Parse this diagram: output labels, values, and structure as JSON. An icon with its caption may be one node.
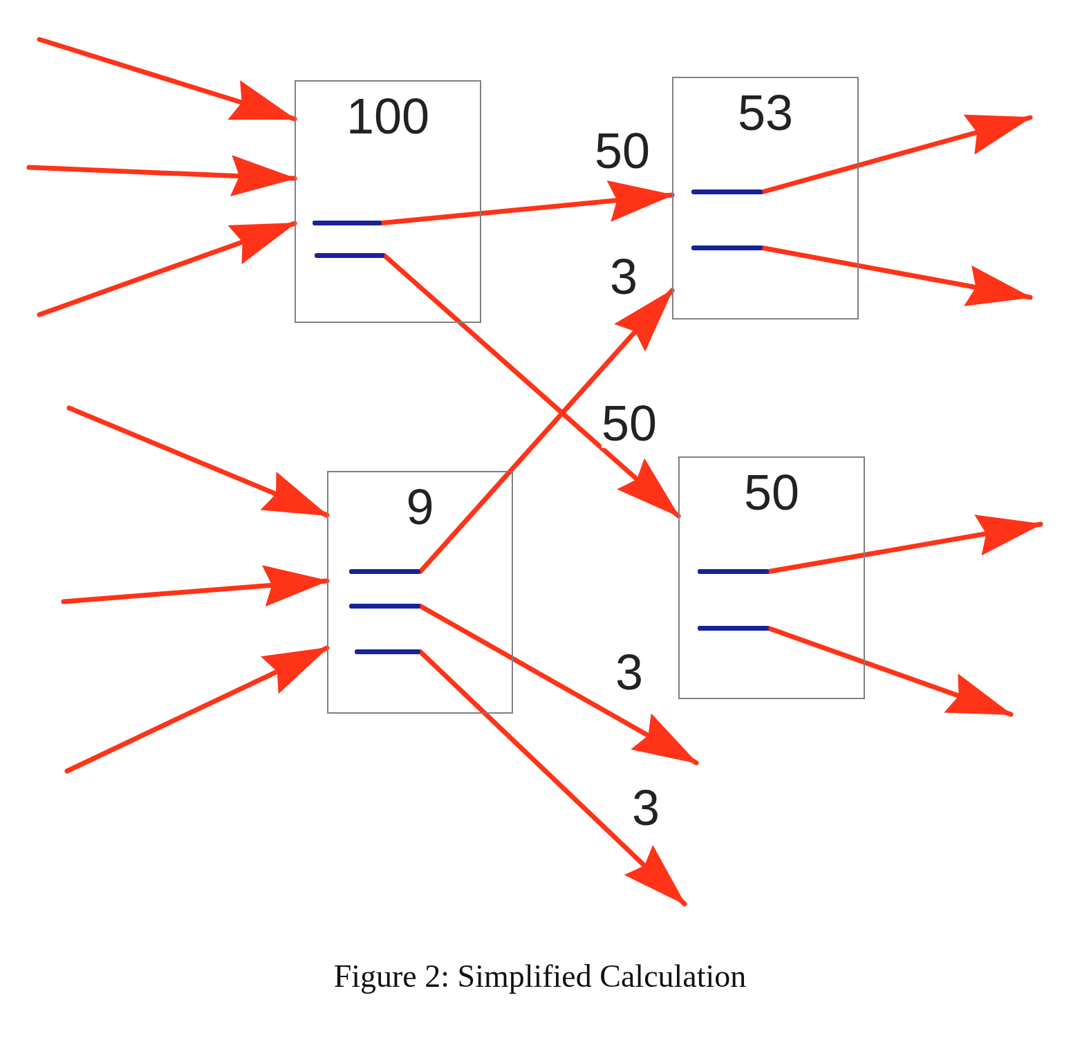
{
  "diagram": {
    "caption": "Figure 2: Simplified Calculation",
    "nodes": [
      {
        "text": [
          "100"
        ]
      },
      {
        "text": [],
        "shape": "bar",
        "in": 0
      },
      {
        "text": [],
        "shape": "bar",
        "in": 0
      },
      {
        "text": [
          "53"
        ]
      },
      {
        "text": [],
        "shape": "bar",
        "in": 3
      },
      {
        "text": [],
        "shape": "bar",
        "in": 3
      },
      {
        "text": [
          "9"
        ]
      },
      {
        "text": [],
        "shape": "bar",
        "in": 6
      },
      {
        "text": [],
        "shape": "bar",
        "in": 6
      },
      {
        "text": [],
        "shape": "bar",
        "in": 6
      },
      {
        "text": [
          "50"
        ]
      },
      {
        "text": [],
        "shape": "bar",
        "in": 10
      },
      {
        "text": [],
        "shape": "bar",
        "in": 10
      }
    ],
    "edges": [
      {
        "from": null,
        "to": 0,
        "arrow": "to"
      },
      {
        "from": null,
        "to": 0,
        "arrow": "to"
      },
      {
        "from": null,
        "to": 0,
        "arrow": "to"
      },
      {
        "from": 1,
        "to": 3,
        "arrow": "to",
        "label": "50"
      },
      {
        "from": 2,
        "to": 10,
        "arrow": "to",
        "label": "50"
      },
      {
        "from": 4,
        "to": null,
        "arrow": "to"
      },
      {
        "from": 5,
        "to": null,
        "arrow": "to"
      },
      {
        "from": null,
        "to": 6,
        "arrow": "to"
      },
      {
        "from": null,
        "to": 6,
        "arrow": "to"
      },
      {
        "from": null,
        "to": 6,
        "arrow": "to"
      },
      {
        "from": 7,
        "to": 3,
        "arrow": "to",
        "label": "3"
      },
      {
        "from": 8,
        "to": null,
        "arrow": "to",
        "label": "3"
      },
      {
        "from": 9,
        "to": null,
        "arrow": "to",
        "label": "3"
      },
      {
        "from": 11,
        "to": null,
        "arrow": "to"
      },
      {
        "from": 12,
        "to": null,
        "arrow": "to"
      }
    ]
  }
}
